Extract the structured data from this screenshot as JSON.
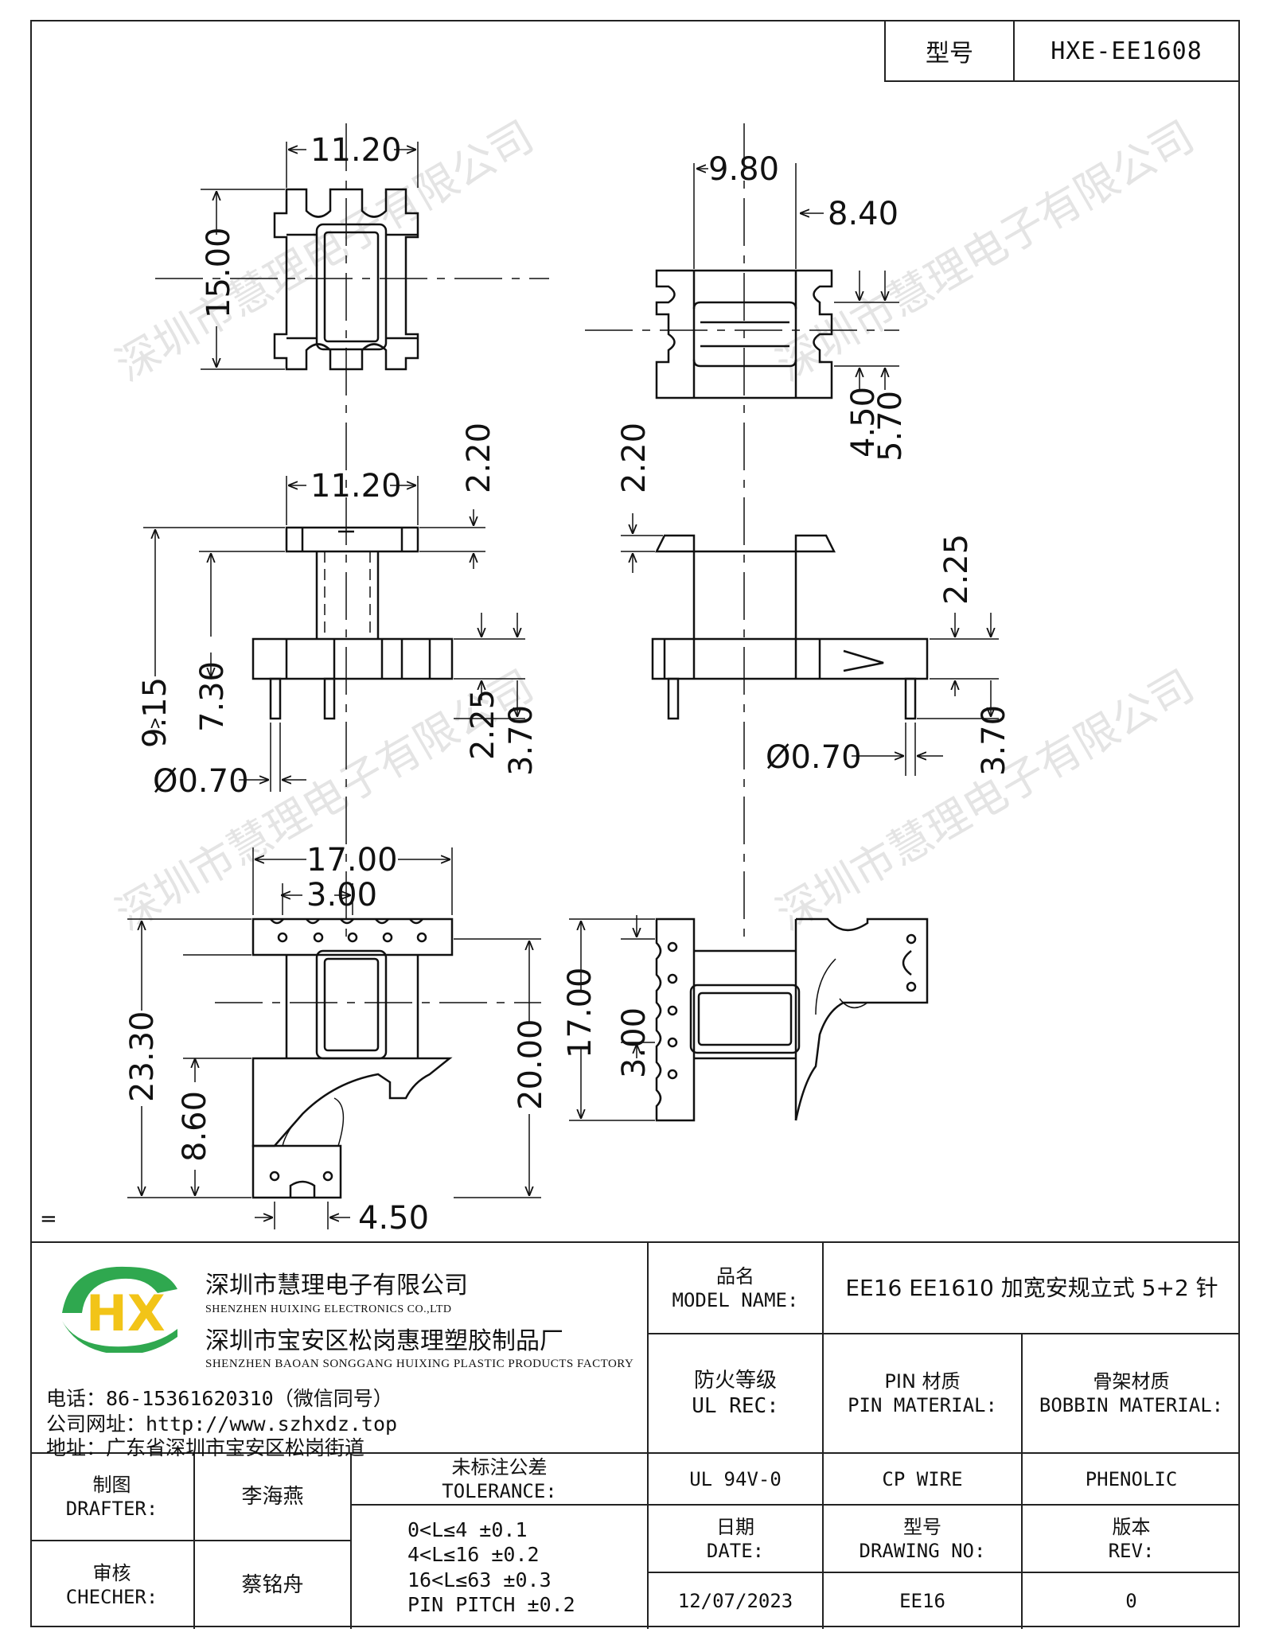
{
  "header": {
    "model_label": "型号",
    "model_value": "HXE-EE1608"
  },
  "dimensions": {
    "top_left_width": "11.20",
    "top_left_height": "15.00",
    "top_right_width": "9.80",
    "top_right_inner": "8.40",
    "top_right_slot1": "4.50",
    "top_right_slot2": "5.70",
    "mid_left_width": "11.20",
    "mid_left_flange": "2.20",
    "mid_left_total": "9.15",
    "mid_left_body": "7.30",
    "mid_left_base": "2.25",
    "mid_left_pin": "3.70",
    "mid_left_pin_dia": "Ø0.70",
    "mid_right_flange": "2.20",
    "mid_right_base": "2.25",
    "mid_right_pin": "3.70",
    "mid_right_pin_dia": "Ø0.70",
    "bot_left_width": "17.00",
    "bot_left_pitch": "3.00",
    "bot_left_total": "23.30",
    "bot_left_lower": "8.60",
    "bot_left_height": "20.00",
    "bot_left_pin_spacing": "4.50",
    "bot_right_height": "17.00",
    "bot_right_pitch": "3.00"
  },
  "side_mark": "=",
  "watermark": "深圳市慧理电子有限公司",
  "company": {
    "logo_text": "HX",
    "name_cn": "深圳市慧理电子有限公司",
    "name_en": "SHENZHEN HUIXING ELECTRONICS CO.,LTD",
    "factory_cn": "深圳市宝安区松岗惠理塑胶制品厂",
    "factory_en": "SHENZHEN BAOAN SONGGANG HUIXING PLASTIC PRODUCTS FACTORY",
    "phone": "电话：86-15361620310（微信同号）",
    "website": "公司网址：http://www.szhxdz.top",
    "address": "地址：广东省深圳市宝安区松岗街道"
  },
  "title_block": {
    "model_name_label_cn": "品名",
    "model_name_label_en": "MODEL NAME:",
    "model_name_value": "EE16 EE1610 加宽安规立式 5+2 针",
    "ul_label_cn": "防火等级",
    "ul_label_en": "UL REC:",
    "pin_label_cn": "PIN 材质",
    "pin_label_en": "PIN MATERIAL:",
    "bobbin_label_cn": "骨架材质",
    "bobbin_label_en": "BOBBIN MATERIAL:",
    "ul_value": "UL 94V-0",
    "pin_value": "CP WIRE",
    "bobbin_value": "PHENOLIC",
    "drafter_label_cn": "制图",
    "drafter_label_en": "DRAFTER:",
    "drafter_value": "李海燕",
    "checker_label_cn": "审核",
    "checker_label_en": "CHECHER:",
    "checker_value": "蔡铭舟",
    "tolerance_label_cn": "未标注公差",
    "tolerance_label_en": "TOLERANCE:",
    "tolerance_lines": [
      "0<L≤4  ±0.1",
      "4<L≤16 ±0.2",
      "16<L≤63 ±0.3",
      "PIN PITCH ±0.2"
    ],
    "date_label_cn": "日期",
    "date_label_en": "DATE:",
    "date_value": "12/07/2023",
    "drawing_no_label_cn": "型号",
    "drawing_no_label_en": "DRAWING NO:",
    "drawing_no_value": "EE16",
    "rev_label_cn": "版本",
    "rev_label_en": "REV:",
    "rev_value": "0"
  },
  "colors": {
    "line": "#111111",
    "logo_green": "#2fa84f",
    "logo_yellow": "#f2c418",
    "watermark": "#cfcfcf"
  }
}
